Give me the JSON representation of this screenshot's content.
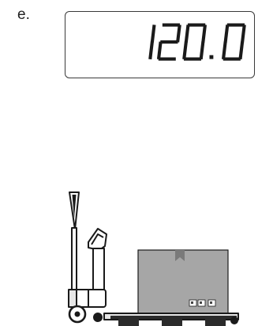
{
  "step_label": "e.",
  "display": {
    "reading": "120.0",
    "border_color": "#3a3a3a",
    "digit_color": "#1a1a1a"
  },
  "illustration": {
    "subject": "pallet-truck-scale-with-box",
    "colors": {
      "outline": "#1a1a1a",
      "box_fill": "#a6a6a6",
      "box_shade": "#8e8e8e",
      "pallet_fill": "#2b2b2b",
      "frame_fill": "#e6e6e6"
    }
  }
}
